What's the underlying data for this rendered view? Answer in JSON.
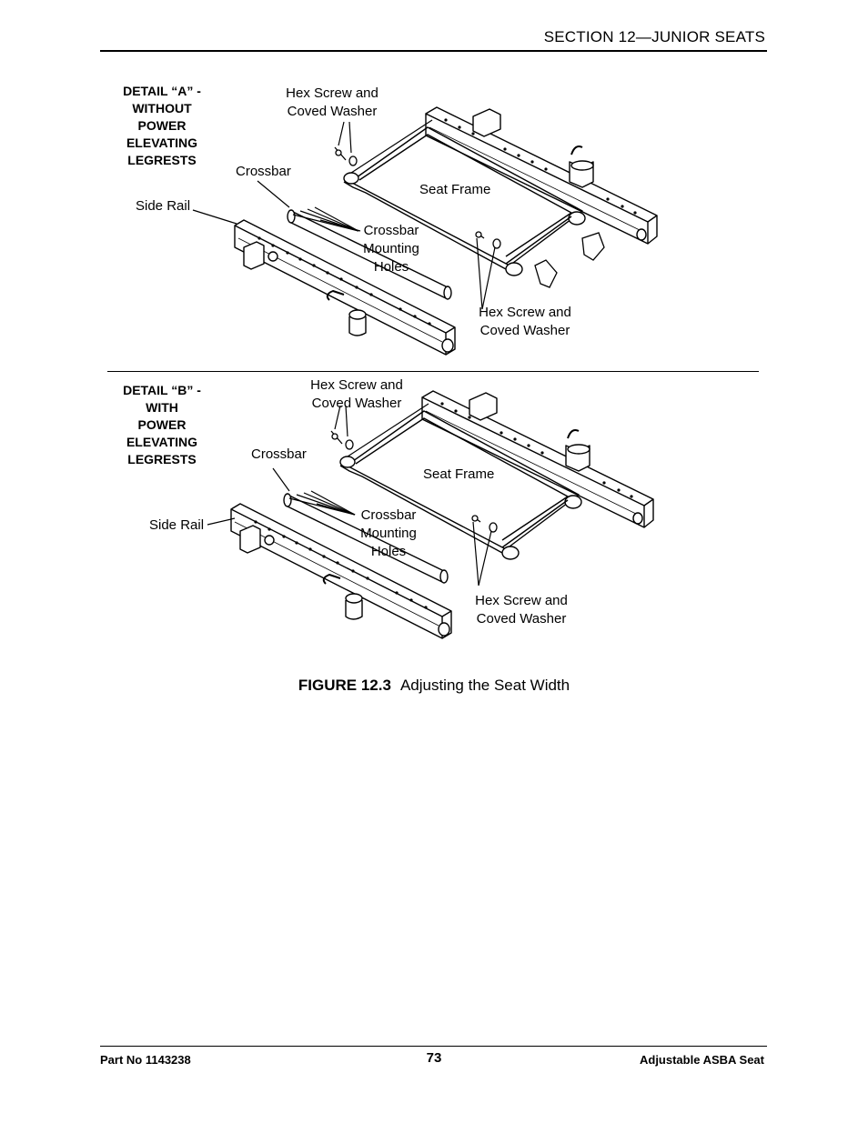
{
  "header": {
    "section_title": "SECTION 12—JUNIOR SEATS"
  },
  "detail_a": {
    "title_lines": [
      "DETAIL “A” -",
      "WITHOUT",
      "POWER",
      "ELEVATING",
      "LEGRESTS"
    ],
    "labels": {
      "hex_screw_top_1": "Hex Screw and",
      "hex_screw_top_2": "Coved Washer",
      "crossbar": "Crossbar",
      "side_rail": "Side Rail",
      "seat_frame": "Seat Frame",
      "mounting_1": "Crossbar",
      "mounting_2": "Mounting",
      "mounting_3": "Holes",
      "hex_screw_bottom_1": "Hex Screw and",
      "hex_screw_bottom_2": "Coved Washer"
    }
  },
  "detail_b": {
    "title_lines": [
      "DETAIL “B” -",
      "WITH",
      "POWER",
      "ELEVATING",
      "LEGRESTS"
    ],
    "labels": {
      "hex_screw_top_1": "Hex Screw and",
      "hex_screw_top_2": "Coved Washer",
      "crossbar": "Crossbar",
      "side_rail": "Side Rail",
      "seat_frame": "Seat Frame",
      "mounting_1": "Crossbar",
      "mounting_2": "Mounting",
      "mounting_3": "Holes",
      "hex_screw_bottom_1": "Hex Screw and",
      "hex_screw_bottom_2": "Coved Washer"
    }
  },
  "figure": {
    "number": "FIGURE 12.3",
    "caption": "Adjusting the Seat Width"
  },
  "footer": {
    "part_no": "Part No 1143238",
    "page": "73",
    "title": "Adjustable ASBA Seat"
  }
}
